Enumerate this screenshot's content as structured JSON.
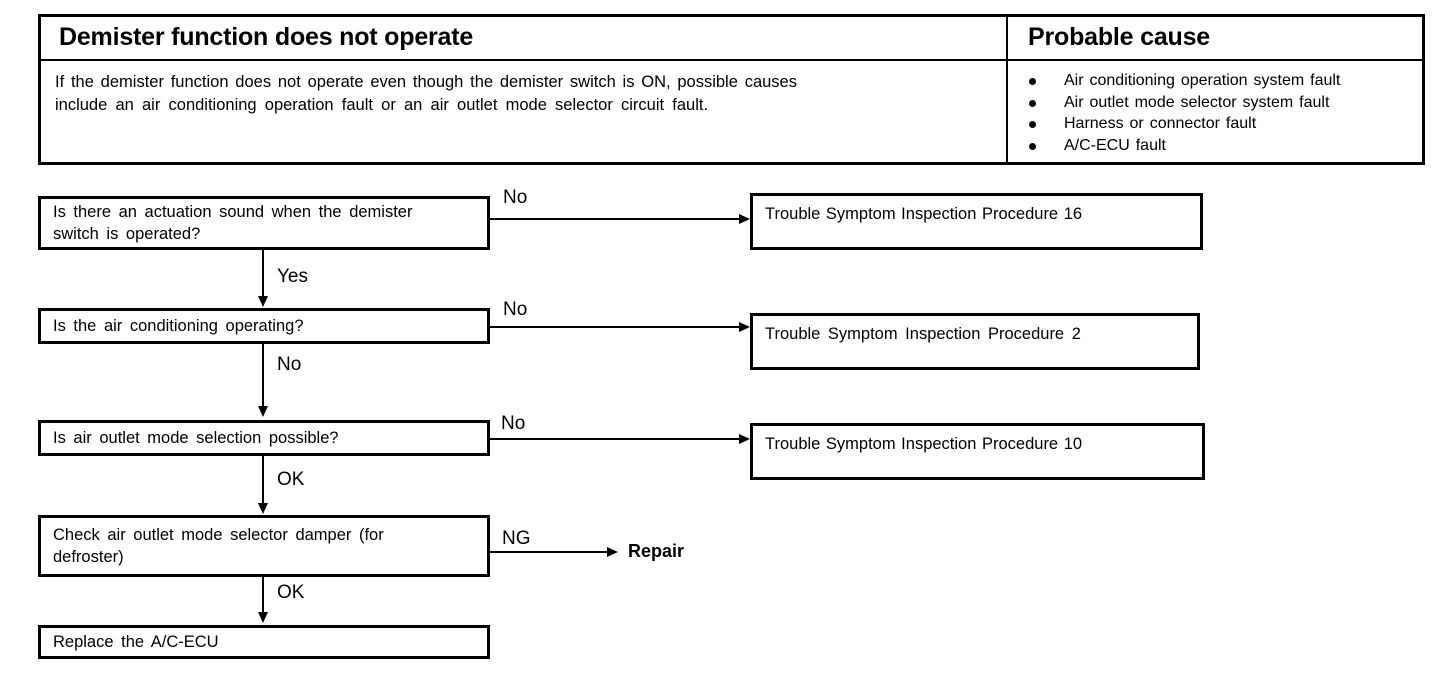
{
  "table": {
    "header_left": "Demister function does not operate",
    "header_right": "Probable cause",
    "description_line1": "If the demister function does not operate even though the demister switch is ON, possible causes",
    "description_line2": "include an air conditioning operation fault or an air outlet mode selector circuit fault.",
    "causes": [
      "Air conditioning operation system fault",
      "Air outlet mode selector system fault",
      "Harness or connector fault",
      "A/C-ECU fault"
    ]
  },
  "flow": {
    "q1_line1": "Is there an actuation sound when the demister",
    "q1_line2": "switch is operated?",
    "q2": "Is the air conditioning operating?",
    "q3": "Is air outlet mode selection possible?",
    "q4_line1": "Check air outlet mode selector damper (for",
    "q4_line2": "defroster)",
    "q5": "Replace the A/C-ECU",
    "r1": "Trouble Symptom Inspection Procedure 16",
    "r2": "Trouble Symptom Inspection Procedure 2",
    "r3": "Trouble Symptom Inspection Procedure 10",
    "repair": "Repair",
    "branch_q1_side": "No",
    "branch_q1_down": "Yes",
    "branch_q2_side": "No",
    "branch_q2_down": "No",
    "branch_q3_side": "No",
    "branch_q3_down": "OK",
    "branch_q4_side": "NG",
    "branch_q4_down": "OK"
  }
}
